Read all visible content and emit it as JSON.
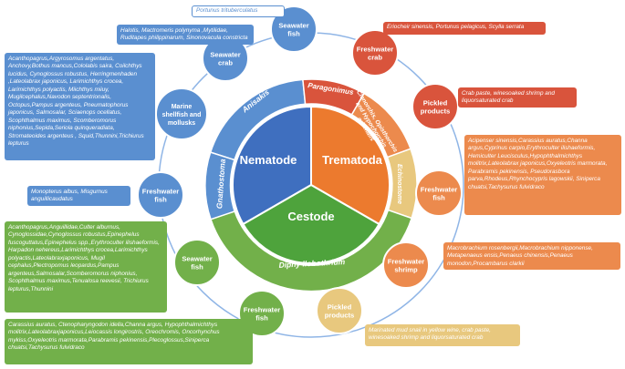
{
  "colors": {
    "nematode": "#3f6fbf",
    "trematoda": "#ec7a2e",
    "cestode": "#4ea33c",
    "anisakis": "#5a8fd0",
    "gnathostoma": "#5a8fd0",
    "paragonimus": "#d9543c",
    "clonorchis": "#ec8a4d",
    "echinostome": "#e8c87e",
    "diphyllobothrium": "#72b04a",
    "ring": "#8fb5e6"
  },
  "center": {
    "nematode": "Nematode",
    "trematoda": "Trematoda",
    "cestode": "Cestode"
  },
  "arcs": {
    "anisakis": "Anisakis",
    "gnathostoma": "Gnathostoma",
    "paragonimus": "Paragonimus",
    "clonorchis": "Clonorchis, Opisthorchis and Hypochorchis orientalis",
    "echinostome": "Echinostome",
    "diphyllobothrium": "Diphy llobothrium"
  },
  "nodes": [
    {
      "id": "seawater-fish-top",
      "label": [
        "Seawater",
        "fish"
      ],
      "color": "#5a8fd0"
    },
    {
      "id": "seawater-crab",
      "label": [
        "Seawater",
        "crab"
      ],
      "color": "#5a8fd0"
    },
    {
      "id": "marine-shellfish",
      "label": [
        "Marine",
        "shellfish and",
        "mollusks"
      ],
      "color": "#5a8fd0"
    },
    {
      "id": "freshwater-fish-blue",
      "label": [
        "Freshwater",
        "fish"
      ],
      "color": "#5a8fd0"
    },
    {
      "id": "freshwater-crab",
      "label": [
        "Freshwater",
        "crab"
      ],
      "color": "#d9543c"
    },
    {
      "id": "pickled-red",
      "label": [
        "Pickled",
        "products"
      ],
      "color": "#d9543c"
    },
    {
      "id": "freshwater-fish-orange",
      "label": [
        "Freshwater",
        "fish"
      ],
      "color": "#ec8a4d"
    },
    {
      "id": "freshwater-shrimp",
      "label": [
        "Freshwater",
        "shrimp"
      ],
      "color": "#ec8a4d"
    },
    {
      "id": "pickled-tan",
      "label": [
        "Pickled",
        "products"
      ],
      "color": "#e8c87e"
    },
    {
      "id": "freshwater-fish-green",
      "label": [
        "Freshwater",
        "fish"
      ],
      "color": "#72b04a"
    },
    {
      "id": "seawater-fish-green",
      "label": [
        "Seawater",
        "fish"
      ],
      "color": "#72b04a"
    }
  ],
  "boxes": {
    "portunus": "Portunus trituberculatus",
    "halotis": "Halotis, Mactromeris polynyma ,Mytilidae, Ruditapes philippinarum, Sinonovacula constricta",
    "marine_fish_list": "Acanthopagrus,Argyrosomus argentatus, Anchovy,Bothus mancus,Cololabis saira, Coilchthys lucidus, Cynoglossus robustus, Herringmenhaden ,Lateolabrax japonicus, Larimichthys crocea, Larimichthys polyactis, Miichthys miiuy, Mugilcephalus,Navodon septentrionalis, Octopus,Pampus argenteus, Pneumatophorus japonicus, Salmosalar, Sciaenops ocellatus, Scophthalmus maximus, Scomberomorus niphonius,Sepida,Seriola quinqueradiata, Stromateoides argenteus , Squid,Thunnini,Trichiurus lepturus",
    "monopterus": "Monopterus albus, Misgurnus anguillicaudatus",
    "eriocheir": "Eriocheir sinensis, Portunus pelagicus, Scylla serrata",
    "crab_paste": "Crab paste, winesoaked shrimp and liquorsaturated crab",
    "acipenser": "Acipenser sinensis,Carassius auratus,Channa argus,Cyprinus carpio,Erythroculter ilishaeformis, Hemiculter Leucisculus,Hypophthalmichthys molitrix,Lateolabrax japonicus,Oxyeleotris marmorata, Parabramis pekinensis, Pseudorasbora parva,Rhodeus,Rhynchocypris lagowskii, Siniperca chuatsi,Tachysurus fulvidraco",
    "macrobrachium": "Macrobrachium rosenbergii,Macrobrachium nipponense, Metapenaeus ensis,Penaeus chinensis,Penaeus monodon,Procambarus clarkii",
    "mud_snail": "Marinated mud snail in yellow wine, crab paste, winesoaked shrimp and liquorsaturated crab",
    "green_sea_list": "Acanthopagrus,Anguillidae,Culter alburnus, Cynoglossidae,Cynoglossus robustus,Epinephelus fuscoguttatus,Epinephelus spp.,Erythroculter ilishaeformis, Harpadon nehereus,Larimichthys crocea,Larimichthys polyactis,Lateolabraxjaponicus, Mugil cephalus,Plectropomus leopardus,Pampus argenteus,Salmosalar,Scomberomorus niphonius, Scophthalmus maximus,Tenualosa reevesii, Trichiurus lepturus,Thunnini",
    "carassius": "Carassius auratus, Ctenopharyngodon idella,Channa argus, Hypophthalmichthys molitrix,Lateolabraxjaponicus,Leiocassis longirostris, Oreochromis, Oncorhynchus mykiss,Oxyeleotris marmorata,Parabramis pekinensis,Plecoglossus,Siniperca chuatsi,Tachysurus fulvidraco"
  }
}
